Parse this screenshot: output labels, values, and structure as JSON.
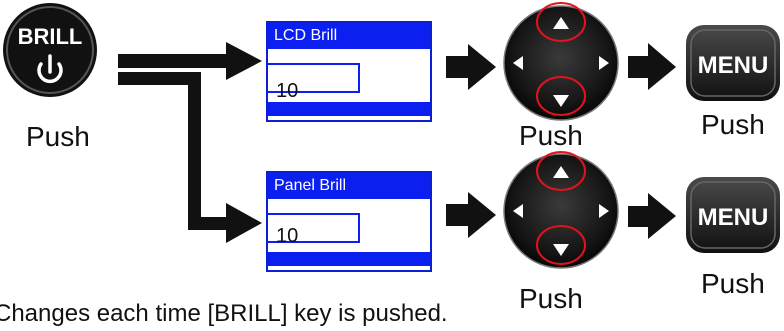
{
  "brill_key": {
    "label": "BRILL",
    "icon": "power-icon",
    "push_label": "Push"
  },
  "menu_key": {
    "label": "MENU"
  },
  "rows": [
    {
      "screen_title": "LCD Brill",
      "value": "10",
      "pad_push_label": "Push",
      "menu_push_label": "Push"
    },
    {
      "screen_title": "Panel Brill",
      "value": "10",
      "pad_push_label": "Push",
      "menu_push_label": "Push"
    }
  ],
  "note": "Changes each time [BRILL] key is pushed.",
  "colors": {
    "screen_blue": "#0a1ff0",
    "highlight_ring": "#e0141e",
    "key_black": "#111111"
  }
}
